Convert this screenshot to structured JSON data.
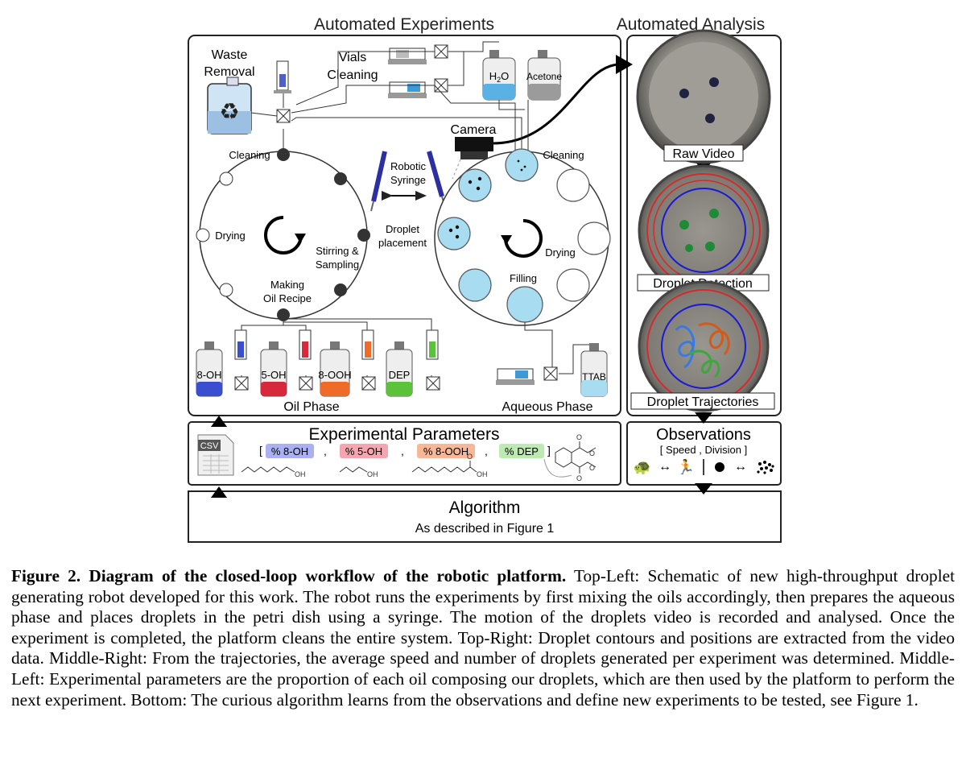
{
  "headers": {
    "experiments": "Automated Experiments",
    "analysis": "Automated Analysis"
  },
  "labels": {
    "waste": [
      "Waste",
      "Removal"
    ],
    "vials": [
      "Vials",
      "Cleaning"
    ],
    "water": "H2O",
    "water_base": "H",
    "water_sub": "2",
    "water_tail": "O",
    "acetone": "Acetone",
    "camera": "Camera",
    "cleaning_left": "Cleaning",
    "cleaning_right": "Cleaning",
    "drying_left": "Drying",
    "drying_right": "Drying",
    "robotic_syringe": [
      "Robotic",
      "Syringe"
    ],
    "droplet_placement": [
      "Droplet",
      "placement"
    ],
    "stirring": [
      "Stirring &",
      "Sampling"
    ],
    "making": [
      "Making",
      "Oil Recipe"
    ],
    "filling": "Filling",
    "oil_phase": "Oil Phase",
    "aqueous_phase": "Aqueous Phase",
    "ttab": "TTAB",
    "bottles": [
      "8-OH",
      "5-OH",
      "8-OOH",
      "DEP"
    ]
  },
  "analysis": {
    "raw_video": "Raw Video",
    "detection": "Droplet Detection",
    "trajectories": "Droplet Trajectories"
  },
  "parameters": {
    "title": "Experimental Parameters",
    "csv": "CSV",
    "bracket_open": "[",
    "bracket_close": "]",
    "comma": ",",
    "items": [
      "% 8-OH",
      "% 5-OH",
      "% 8-OOH",
      "% DEP"
    ],
    "oh": "OH",
    "o": "O"
  },
  "observations": {
    "title": "Observations",
    "subtitle": "[ Speed , Division ]"
  },
  "algorithm": {
    "title": "Algorithm",
    "subtitle": "As described in Figure 1"
  },
  "colors": {
    "oil_8oh": "#3a4fd0",
    "oil_5oh": "#d8283c",
    "oil_8ooh": "#f06a2a",
    "oil_dep": "#5cc23a",
    "aqueous": "#a8dcf0",
    "chip_8oh": "#aab0f2",
    "chip_5oh": "#f4a6b0",
    "chip_8ooh": "#f8b898",
    "chip_dep": "#bdeab0"
  },
  "caption": {
    "bold": "Figure 2. Diagram of the closed-loop workflow of the robotic platform.",
    "text": " Top-Left: Schematic of new high-throughput droplet generating robot developed for this work. The robot runs the experiments by first mixing the oils accordingly, then prepares the aqueous phase and places droplets in the petri dish using a syringe. The motion of the droplets video is recorded and analysed. Once the experiment is completed, the platform cleans the entire system. Top-Right: Droplet contours and positions are extracted from the video data. Middle-Right: From the trajectories, the average speed and number of droplets generated per experiment was determined. Middle-Left: Experimental parameters are the proportion of each oil composing our droplets, which are then used by the platform to perform the next experiment. Bottom: The curious algorithm learns from the observations and define new experiments to be tested, see Figure 1."
  }
}
